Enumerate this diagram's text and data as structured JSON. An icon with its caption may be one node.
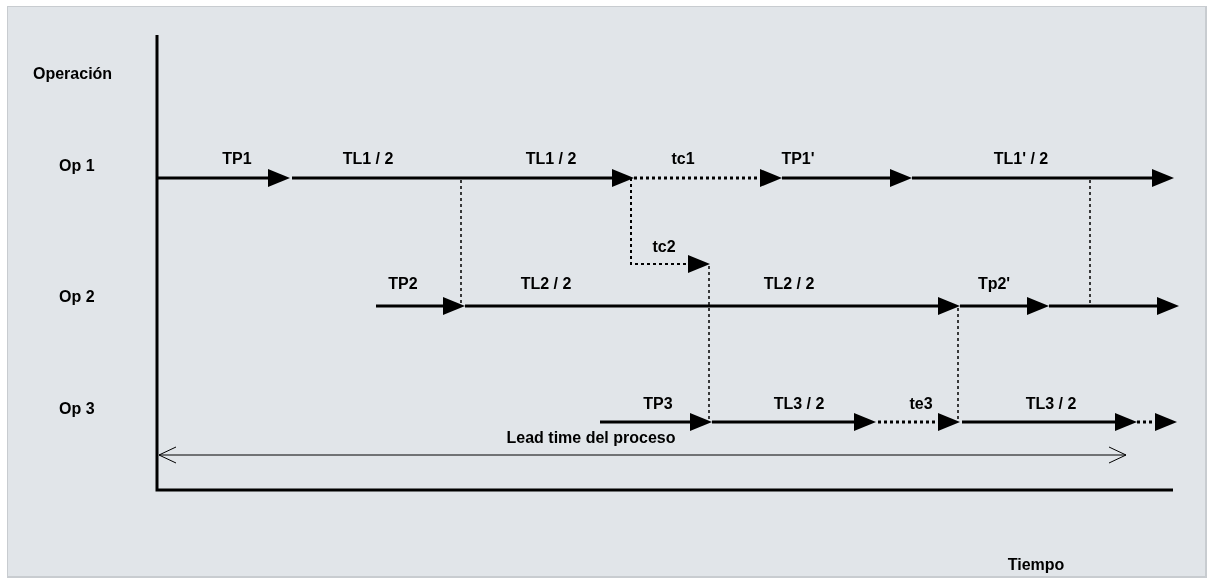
{
  "diagram": {
    "labels": [
      "Operación",
      "Op 1",
      "TP1",
      "TL1 / 2",
      "TL1 / 2",
      "tc1",
      "TP1'",
      "TL1' / 2",
      "tc2",
      "Op 2",
      "TP2",
      "TL2 / 2",
      "TL2 / 2",
      "Tp2'",
      "Op 3",
      "TP3",
      "TL3 / 2",
      "te3",
      "TL3 / 2",
      "Lead time del proceso",
      "Tiempo"
    ]
  }
}
